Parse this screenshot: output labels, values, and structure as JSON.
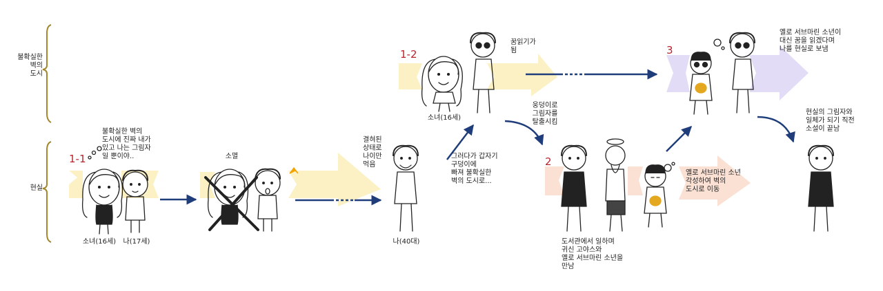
{
  "colors": {
    "yellow": "#fbf1c4",
    "peach": "#fbe1d4",
    "lavender": "#e3dcf6",
    "arrow": "#1f3d7a",
    "bracket": "#a3872e",
    "number": "#b8242c",
    "ink": "#222222"
  },
  "rows": {
    "upper": "불확실한\n벽의\n도시",
    "lower": "현실"
  },
  "scene_1_1": {
    "number": "1-1",
    "thought": "불확실한 벽의\n도시에 진짜 내가\n있고 나는 그림자\n일 뿐이야..",
    "girl": "소녀(16세)",
    "boy": "나(17세)"
  },
  "scene_disappear": {
    "label": "소멸"
  },
  "scene_adult": {
    "aging": "결혀된\n상태로\n나이만\n먹음",
    "label": "나(40대)",
    "falling": "그러다가 갑자기\n구덩이에\n빠져 불확실한\n벽의 도시로..."
  },
  "scene_1_2": {
    "number": "1-2",
    "girl": "소녀(16세)",
    "dream": "꿈읽기가\n됨",
    "escape": "웅덩이로\n그림자를\n탈출시킴"
  },
  "scene_2": {
    "number": "2",
    "meet": "도서관에서 일하며\n귀신 고야스와\n옐로 서브마린 소년을\n만남",
    "move": "옐로 서브마린 소년\n각성하여 벽의\n도시로 이동"
  },
  "scene_3": {
    "number": "3",
    "return": "옐로 서브마린 소년이\n대신 꿈을 읽겠다며\n나를 현실로 보냄"
  },
  "ending": {
    "merge": "현실의 그림자와\n일체가 되기 직전\n소설이 끝남"
  }
}
